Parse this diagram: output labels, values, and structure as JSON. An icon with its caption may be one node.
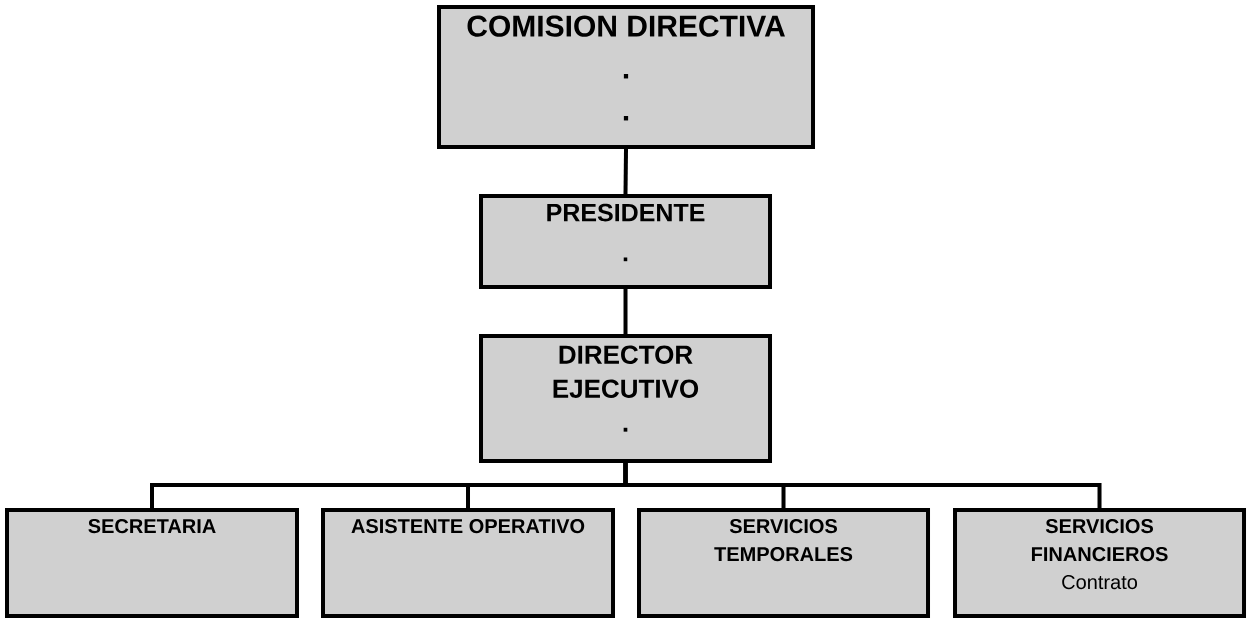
{
  "diagram": {
    "nodes": [
      {
        "text": [
          "COMISION DIRECTIVA",
          ".",
          "."
        ]
      },
      {
        "text": [
          "PRESIDENTE",
          "."
        ]
      },
      {
        "text": [
          "DIRECTOR EJECUTIVO",
          "."
        ]
      },
      {
        "text": [
          "SECRETARIA"
        ]
      },
      {
        "text": [
          "ASISTENTE OPERATIVO"
        ]
      },
      {
        "text": [
          "SERVICIOS TEMPORALES"
        ]
      },
      {
        "text": [
          "SERVICIOS FINANCIEROS",
          "Contrato"
        ]
      }
    ],
    "edges": [
      {
        "from": 0,
        "to": 1,
        "arrow": "none"
      },
      {
        "from": 1,
        "to": 2,
        "arrow": "none"
      },
      {
        "from": 2,
        "to": 3,
        "arrow": "none"
      },
      {
        "from": 2,
        "to": 4,
        "arrow": "none"
      },
      {
        "from": 2,
        "to": 5,
        "arrow": "none"
      },
      {
        "from": 2,
        "to": 6,
        "arrow": "none"
      }
    ]
  }
}
